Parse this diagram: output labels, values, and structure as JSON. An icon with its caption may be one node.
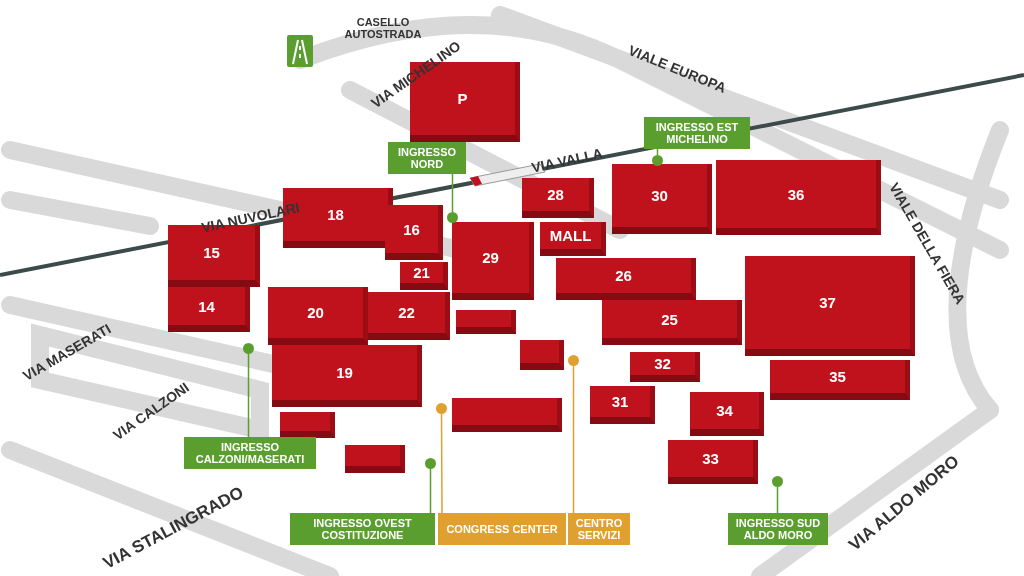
{
  "diagram": {
    "nodes": [
      {
        "text": [
          "P"
        ]
      },
      {
        "text": [
          "18"
        ]
      },
      {
        "text": [
          "16"
        ]
      },
      {
        "text": [
          "15"
        ]
      },
      {
        "text": [
          "14"
        ]
      },
      {
        "text": [
          "20"
        ]
      },
      {
        "text": [
          "19"
        ]
      },
      {
        "text": [
          "22"
        ]
      },
      {
        "text": [
          "21"
        ]
      },
      {
        "text": [
          "29"
        ]
      },
      {
        "text": [
          "28"
        ]
      },
      {
        "text": [
          "MALL"
        ]
      },
      {
        "text": [
          "30"
        ]
      },
      {
        "text": [
          "36"
        ]
      },
      {
        "text": [
          "26"
        ]
      },
      {
        "text": [
          "25"
        ]
      },
      {
        "text": [
          "37"
        ]
      },
      {
        "text": [
          "35"
        ]
      },
      {
        "text": [
          "32"
        ]
      },
      {
        "text": [
          "31"
        ]
      },
      {
        "text": [
          "34"
        ]
      },
      {
        "text": [
          "33"
        ]
      },
      {
        "text": [],
        "shape": "box"
      },
      {
        "text": [],
        "shape": "box"
      },
      {
        "text": [],
        "shape": "box"
      },
      {
        "text": [],
        "shape": "box"
      },
      {
        "text": [],
        "shape": "box"
      },
      {
        "text": [
          "INGRESSO NORD"
        ]
      },
      {
        "text": [
          "INGRESSO EST MICHELINO"
        ]
      },
      {
        "text": [
          "INGRESSO CALZONI/MASERATI"
        ]
      },
      {
        "text": [
          "INGRESSO OVEST COSTITUZIONE"
        ]
      },
      {
        "text": [
          "CONGRESS CENTER"
        ]
      },
      {
        "text": [
          "CENTRO SERVIZI"
        ]
      },
      {
        "text": [
          "INGRESSO SUD ALDO MORO"
        ]
      },
      {
        "text": [],
        "shape": "circle"
      },
      {
        "text": [],
        "shape": "circle"
      },
      {
        "text": [],
        "shape": "circle"
      },
      {
        "text": [],
        "shape": "circle"
      },
      {
        "text": [],
        "shape": "circle"
      },
      {
        "text": [],
        "shape": "circle"
      },
      {
        "text": [],
        "shape": "circle"
      }
    ],
    "edges": [
      {
        "from": 27,
        "to": 34,
        "arrow": "none"
      },
      {
        "from": 28,
        "to": 35,
        "arrow": "none"
      },
      {
        "from": 29,
        "to": 36,
        "arrow": "none"
      },
      {
        "from": 30,
        "to": 37,
        "arrow": "none"
      },
      {
        "from": 31,
        "to": 38,
        "arrow": "none",
        "color": "#e0a030"
      },
      {
        "from": 32,
        "to": 39,
        "arrow": "none",
        "color": "#e0a030"
      },
      {
        "from": 33,
        "to": 40,
        "arrow": "none"
      }
    ],
    "labels": [
      "CASELLO AUTOSTRADA",
      "VIA MICHELINO",
      "VIALE EUROPA",
      "VIA VALLA",
      "VIA NUVOLARI",
      "VIALE DELLA FIERA",
      "VIA MASERATI",
      "VIA CALZONI",
      "VIA STALINGRADO",
      "VIA ALDO MORO"
    ]
  }
}
